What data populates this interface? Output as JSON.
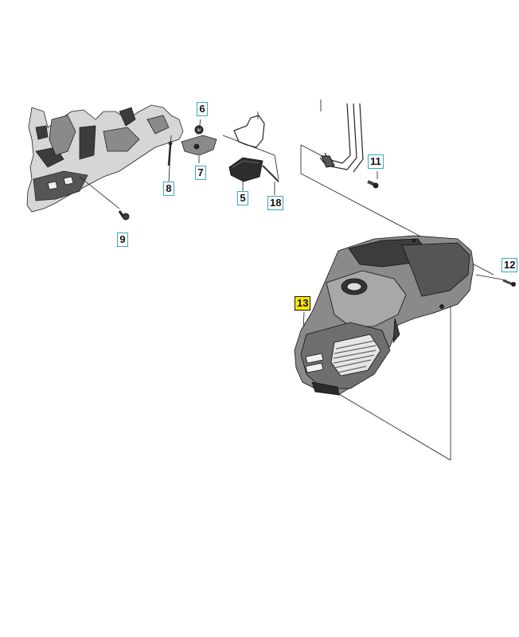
{
  "callouts": {
    "c5": "5",
    "c6": "6",
    "c7": "7",
    "c8": "8",
    "c9": "9",
    "c11": "11",
    "c12": "12",
    "c13": "13",
    "c18": "18"
  },
  "colors": {
    "line": "#1a1a1a",
    "callout_border": "#3aa6c8",
    "highlight": "#ffe600",
    "part_dark": "#3c3c3c",
    "part_mid": "#8a8a8a",
    "part_light": "#d6d6d6"
  }
}
